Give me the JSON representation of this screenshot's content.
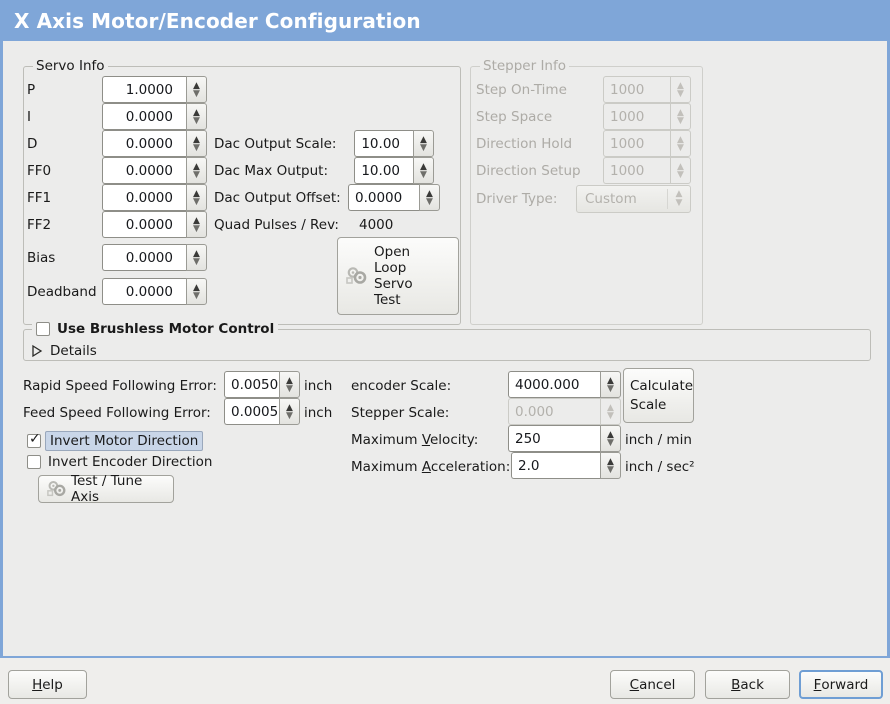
{
  "window": {
    "title": "X Axis Motor/Encoder Configuration",
    "titlebar_color": "#7fa6d8",
    "background_color": "#ececeb"
  },
  "servo_info": {
    "legend": "Servo Info",
    "fields": [
      {
        "label": "P",
        "value": "1.0000"
      },
      {
        "label": "I",
        "value": "0.0000"
      },
      {
        "label": "D",
        "value": "0.0000"
      },
      {
        "label": "FF0",
        "value": "0.0000"
      },
      {
        "label": "FF1",
        "value": "0.0000"
      },
      {
        "label": "FF2",
        "value": "0.0000"
      },
      {
        "label": "Bias",
        "value": "0.0000"
      },
      {
        "label": "Deadband",
        "value": "0.0000"
      }
    ],
    "dac": [
      {
        "label": "Dac Output Scale:",
        "value": "10.00"
      },
      {
        "label": "Dac Max Output:",
        "value": "10.00"
      },
      {
        "label": "Dac Output Offset:",
        "value": "0.0000"
      }
    ],
    "quad_pulses_label": "Quad Pulses / Rev:",
    "quad_pulses_value": "4000",
    "open_loop_button": {
      "lines": [
        "Open",
        "Loop",
        "Servo",
        "Test"
      ],
      "icon": "gears-icon"
    }
  },
  "stepper_info": {
    "legend": "Stepper Info",
    "enabled": false,
    "fields": [
      {
        "label": "Step On-Time",
        "value": "1000"
      },
      {
        "label": "Step Space",
        "value": "1000"
      },
      {
        "label": "Direction Hold",
        "value": "1000"
      },
      {
        "label": "Direction Setup",
        "value": "1000"
      }
    ],
    "driver_type_label": "Driver Type:",
    "driver_type_value": "Custom"
  },
  "brushless": {
    "checkbox_label": "Use Brushless Motor Control",
    "checked": false,
    "details_label": "Details",
    "details_expanded": false
  },
  "tuning": {
    "rapid_error_label": "Rapid Speed Following Error:",
    "rapid_error_value": "0.0050",
    "rapid_error_unit": "inch",
    "feed_error_label": "Feed Speed Following Error:",
    "feed_error_value": "0.0005",
    "feed_error_unit": "inch",
    "invert_motor_label": "Invert Motor Direction",
    "invert_motor_checked": true,
    "invert_encoder_label": "Invert Encoder Direction",
    "invert_encoder_checked": false,
    "test_tune_button": "Test / Tune Axis"
  },
  "scales": {
    "encoder_scale_label": "encoder Scale:",
    "encoder_scale_value": "4000.000",
    "stepper_scale_label": "Stepper Scale:",
    "stepper_scale_value": "0.000",
    "stepper_scale_enabled": false,
    "calculate_button_lines": [
      "Calculate",
      "Scale"
    ],
    "max_velocity_label_pre": "Maximum ",
    "max_velocity_label_mnemonic": "V",
    "max_velocity_label_post": "elocity:",
    "max_velocity_value": "250",
    "max_velocity_unit": "inch / min",
    "max_accel_label_pre": "Maximum ",
    "max_accel_label_mnemonic": "A",
    "max_accel_label_post": "cceleration:",
    "max_accel_value": "2.0",
    "max_accel_unit": "inch / sec²"
  },
  "actions": {
    "help": {
      "pre": "",
      "mnemonic": "H",
      "post": "elp"
    },
    "cancel": {
      "pre": "",
      "mnemonic": "C",
      "post": "ancel"
    },
    "back": {
      "pre": "",
      "mnemonic": "B",
      "post": "ack"
    },
    "forward": {
      "pre": "",
      "mnemonic": "F",
      "post": "orward"
    }
  }
}
